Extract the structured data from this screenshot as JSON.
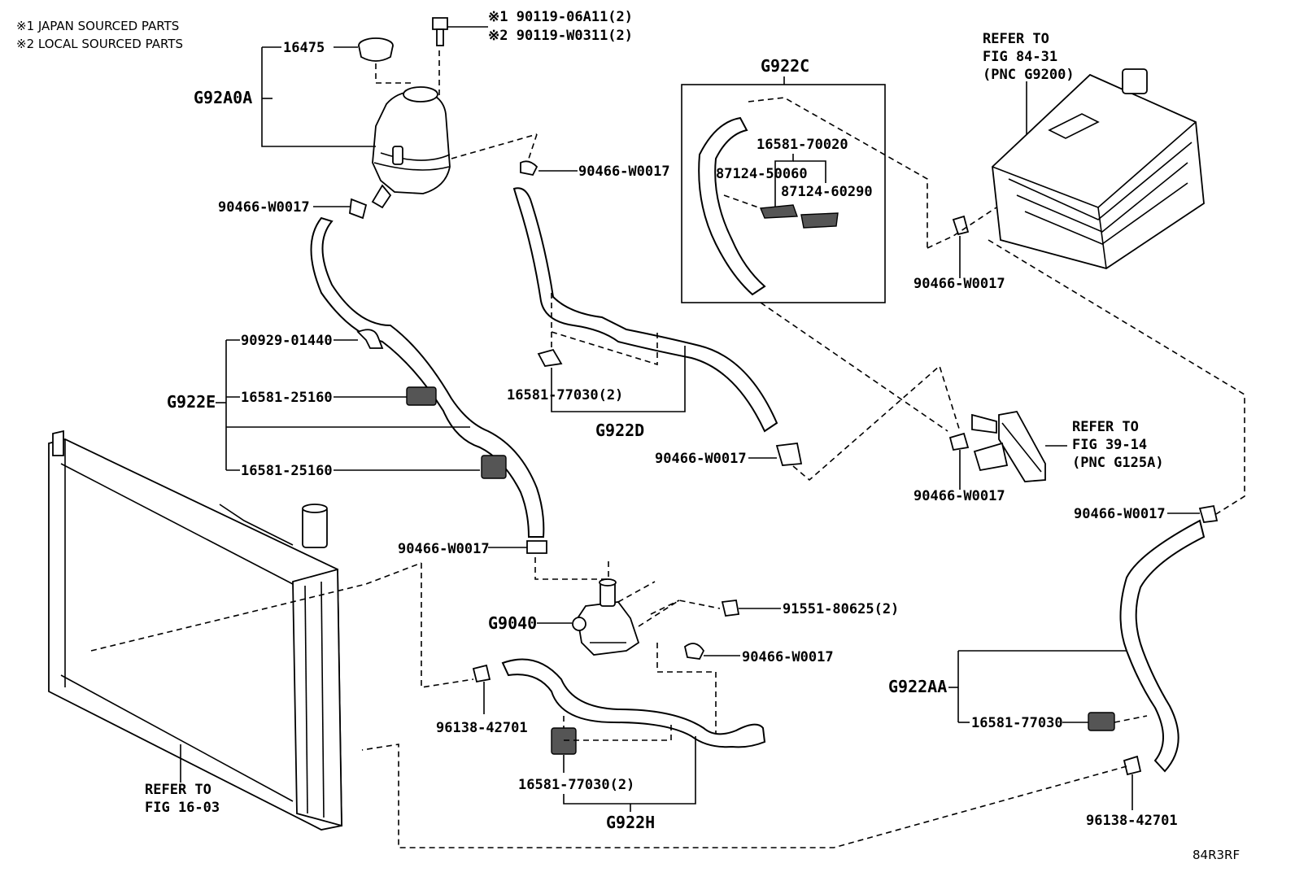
{
  "notes": {
    "note1": "※1 JAPAN SOURCED PARTS",
    "note2": "※2 LOCAL SOURCED PARTS"
  },
  "diagram_code": "84R3RF",
  "groups": {
    "g92a0a": "G92A0A",
    "g922c": "G922C",
    "g922e": "G922E",
    "g922d": "G922D",
    "g9040": "G9040",
    "g922h": "G922H",
    "g922aa": "G922AA"
  },
  "parts": {
    "cap": "16475",
    "bolt1": "※1 90119-06A11(2)",
    "bolt2": "※2 90119-W0311(2)",
    "clamp_tank": "90466-W0017",
    "clamp_top_hose": "90466-W0017",
    "clip_e": "90929-01440",
    "clamp_e1": "16581-25160",
    "clamp_e2": "16581-25160",
    "clamp_d": "16581-77030(2)",
    "clamp_d_end": "90466-W0017",
    "hose_c_clamp": "16581-70020",
    "hose_c_clip1": "87124-50060",
    "hose_c_clip2": "87124-60290",
    "clamp_inverter": "90466-W0017",
    "clamp_cooler": "90466-W0017",
    "clamp_aa_top": "90466-W0017",
    "clamp_pump_in": "90466-W0017",
    "pump_bolt": "91551-80625(2)",
    "clamp_pump_out": "90466-W0017",
    "clamp_h_left": "96138-42701",
    "clamp_h": "16581-77030(2)",
    "clamp_aa": "16581-77030",
    "clamp_aa_bottom": "96138-42701"
  },
  "refs": {
    "inverter": [
      "REFER TO",
      "FIG 84-31",
      "(PNC G9200)"
    ],
    "cooler": [
      "REFER TO",
      "FIG 39-14",
      "(PNC G125A)"
    ],
    "radiator": [
      "REFER TO",
      "FIG 16-03"
    ]
  }
}
